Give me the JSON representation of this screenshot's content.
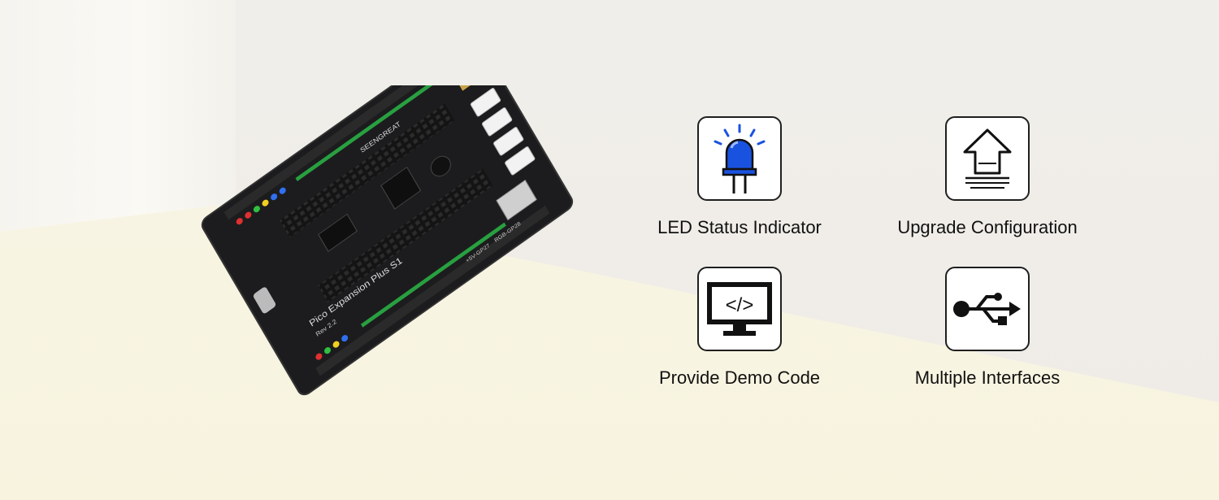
{
  "features": [
    {
      "label": "LED Status Indicator",
      "icon": "led-icon"
    },
    {
      "label": "Upgrade Configuration",
      "icon": "upload-icon"
    },
    {
      "label": "Provide Demo Code",
      "icon": "code-monitor-icon"
    },
    {
      "label": "Multiple Interfaces",
      "icon": "usb-icon"
    }
  ],
  "board": {
    "brand": "SEENGREAT",
    "product": "Pico Expansion Plus S1",
    "rev": "Rev 2.2",
    "label_rgb": "RGB-GP28",
    "label_pwr": "+5V-GP27"
  },
  "colors": {
    "led_blue": "#1a52e0",
    "board": "#1c1c1e",
    "gold": "#c8a24a"
  }
}
